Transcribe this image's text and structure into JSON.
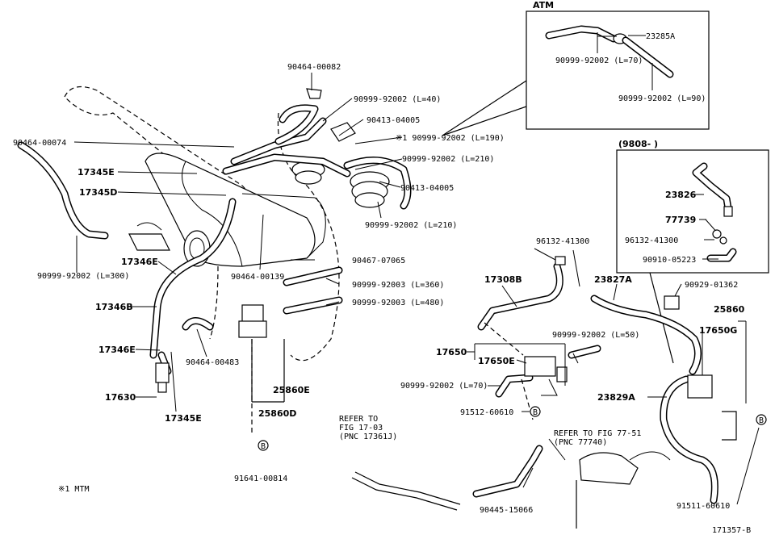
{
  "diagram": {
    "labels": {
      "atm": "ATM",
      "p23285A": "23285A",
      "p9099992002_L70_atm": "90999-92002 (L=70)",
      "p9099992002_L90": "90999-92002 (L=90)",
      "p9046400082": "90464-00082",
      "p9099992002_L40": "90999-92002 (L=40)",
      "p9041304005": "90413-04005",
      "p9099992002_L190": "※1 90999-92002 (L=190)",
      "p9099992002_L210a": "90999-92002 (L=210)",
      "p9099992002_L210b": "90999-92002 (L=210)",
      "p9046400074": "90464-00074",
      "p17345E_a": "17345E",
      "p17345D": "17345D",
      "p9099992002_L300": "90999-92002 (L=300)",
      "p17346E_a": "17346E",
      "p9046400139": "90464-00139",
      "p9046707065": "90467-07065",
      "p9099992003_L360": "90999-92003 (L=360)",
      "p9099992003_L480": "90999-92003 (L=480)",
      "p17346B": "17346B",
      "p17346E_b": "17346E",
      "p9046400483": "90464-00483",
      "p17630": "17630",
      "p17345E_b": "17345E",
      "p25860E": "25860E",
      "p25860D": "25860D",
      "p9164100814": "91641-00814",
      "note_mtm": "※1  MTM",
      "date_range": "(9808-      )",
      "p23826": "23826",
      "p77739": "77739",
      "p9613241300_box": "96132-41300",
      "p9091005223": "90910-05223",
      "p9613241300": "96132-41300",
      "p17308B": "17308B",
      "p23827A": "23827A",
      "p9092901362": "90929-01362",
      "p25860": "25860",
      "p17650G": "17650G",
      "p9099992002_L50": "90999-92002 (L=50)",
      "p17650": "17650",
      "p17650E": "17650E",
      "p9099992002_L70": "90999-92002 (L=70)",
      "p23829A": "23829A",
      "p9151260610": "91512-60610",
      "refer_1703_a": "REFER TO",
      "refer_1703_b": "FIG 17-03",
      "refer_1703_c": "(PNC 17361J)",
      "refer_7751_a": "REFER TO FIG 77-51",
      "refer_7751_b": "(PNC 77740)",
      "p9044515066": "90445-15066",
      "p9151160610": "91511-60610",
      "fig_number": "171357-B",
      "bolt_symbol": "B"
    }
  }
}
